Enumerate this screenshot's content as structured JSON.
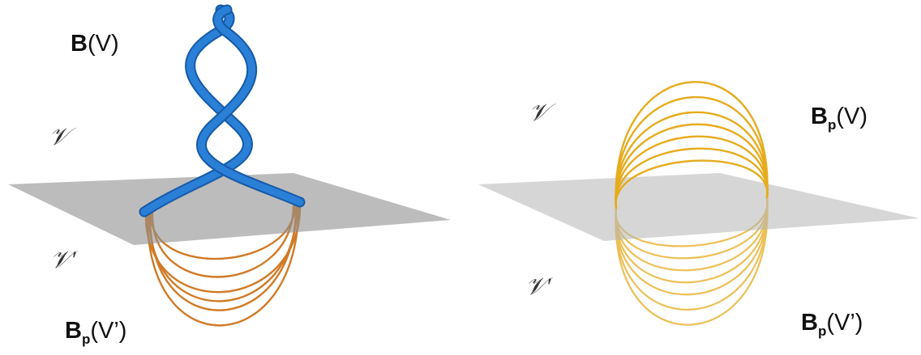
{
  "labels": {
    "left_top": {
      "bold": "B",
      "rest": "(V)"
    },
    "left_upper_region": "𝒱",
    "left_lower_region": "𝒱′",
    "left_bottom": {
      "bold": "B",
      "sub": "p",
      "rest": "(V’)"
    },
    "right_upper_region": "𝒱",
    "right_top": {
      "bold": "B",
      "sub": "p",
      "rest": "(V)"
    },
    "right_lower_region": "𝒱′",
    "right_bottom": {
      "bold": "B",
      "sub": "p",
      "rest": "(V’)"
    }
  },
  "colors": {
    "braid": "#2a7fd6",
    "braid_shadow": "#155aa8",
    "left_arcs": "#d07a26",
    "right_arcs": "#e6ac1e",
    "plane": "#9a9a9a"
  }
}
